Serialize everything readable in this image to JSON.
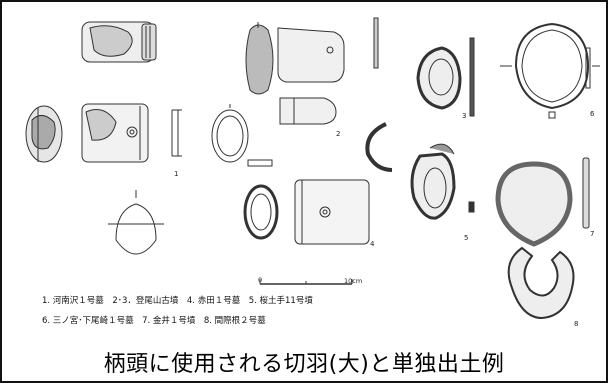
{
  "figure": {
    "numbers": [
      "1",
      "2",
      "3",
      "4",
      "5",
      "6",
      "7",
      "8"
    ],
    "scale": {
      "start": "0",
      "end": "10cm"
    },
    "legend_lines": [
      "1.  河南沢１号墓　2･3．登尾山古墳　4. 赤田１号墓　5. 桜土手11号墳",
      "6. 三ノ宮･下尾崎１号墓　7. 金井１号墳　8. 間際根２号墓"
    ]
  },
  "caption": "柄頭に使用される切羽(大)と単独出土例"
}
